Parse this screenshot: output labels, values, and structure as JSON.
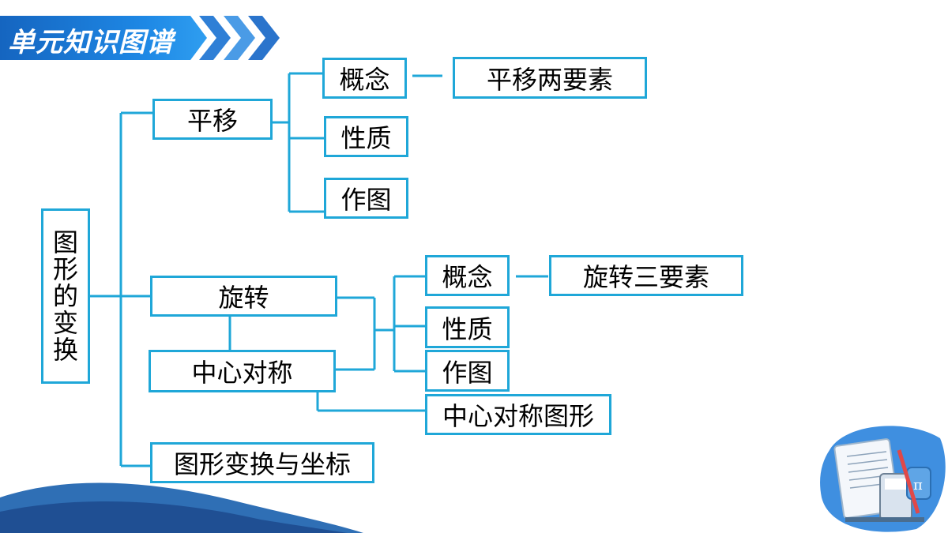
{
  "header": {
    "title": "单元知识图谱"
  },
  "diagram": {
    "root": [
      "图",
      "形",
      "的",
      "变",
      "换"
    ],
    "translation": {
      "label": "平移",
      "concept": "概念",
      "concept_detail": "平移两要素",
      "property": "性质",
      "drawing": "作图"
    },
    "rotation": {
      "label": "旋转",
      "concept": "概念",
      "concept_detail": "旋转三要素",
      "property": "性质",
      "drawing": "作图"
    },
    "central_symmetry": {
      "label": "中心对称",
      "figure": "中心对称图形"
    },
    "coordinates": {
      "label": "图形变换与坐标"
    }
  },
  "colors": {
    "accent": "#1fa7d8",
    "banner": "#1e88e5",
    "wave": "#2f6fb5"
  },
  "icons": [
    "chevron-right-icon",
    "math-stationery-icon"
  ]
}
